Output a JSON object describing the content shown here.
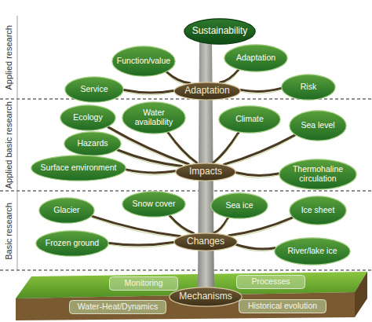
{
  "diagram": {
    "nodes": [
      {
        "text": [
          "Sustainability"
        ]
      },
      {
        "text": [
          "Function/value"
        ]
      },
      {
        "text": [
          "Adaptation"
        ]
      },
      {
        "text": [
          "Service"
        ]
      },
      {
        "text": [
          "Adaptation"
        ]
      },
      {
        "text": [
          "Risk"
        ]
      },
      {
        "text": [
          "Ecology"
        ]
      },
      {
        "text": [
          "Water availability"
        ]
      },
      {
        "text": [
          "Climate"
        ]
      },
      {
        "text": [
          "Sea level"
        ]
      },
      {
        "text": [
          "Hazards"
        ]
      },
      {
        "text": [
          "Surface environment"
        ]
      },
      {
        "text": [
          "Impacts"
        ]
      },
      {
        "text": [
          "Thermohaline circulation"
        ]
      },
      {
        "text": [
          "Glacier"
        ]
      },
      {
        "text": [
          "Snow cover"
        ]
      },
      {
        "text": [
          "Sea ice"
        ]
      },
      {
        "text": [
          "Ice sheet"
        ]
      },
      {
        "text": [
          "Frozen ground"
        ]
      },
      {
        "text": [
          "Changes"
        ]
      },
      {
        "text": [
          "River/lake ice"
        ]
      },
      {
        "text": [
          "Monitoring"
        ]
      },
      {
        "text": [
          "Processes"
        ]
      },
      {
        "text": [
          "Mechanisms"
        ]
      },
      {
        "text": [
          "Water-Heat/Dynamics"
        ]
      },
      {
        "text": [
          "Historical evolution"
        ]
      }
    ],
    "edges": [
      {
        "from": 4,
        "to": 1,
        "arrow": "none"
      },
      {
        "from": 4,
        "to": 2,
        "arrow": "none"
      },
      {
        "from": 4,
        "to": 3,
        "arrow": "none"
      },
      {
        "from": 4,
        "to": 5,
        "arrow": "none"
      },
      {
        "from": 12,
        "to": 6,
        "arrow": "none"
      },
      {
        "from": 12,
        "to": 7,
        "arrow": "none"
      },
      {
        "from": 12,
        "to": 8,
        "arrow": "none"
      },
      {
        "from": 12,
        "to": 9,
        "arrow": "none"
      },
      {
        "from": 12,
        "to": 10,
        "arrow": "none"
      },
      {
        "from": 12,
        "to": 11,
        "arrow": "none"
      },
      {
        "from": 12,
        "to": 13,
        "arrow": "none"
      },
      {
        "from": 19,
        "to": 14,
        "arrow": "none"
      },
      {
        "from": 19,
        "to": 15,
        "arrow": "none"
      },
      {
        "from": 19,
        "to": 16,
        "arrow": "none"
      },
      {
        "from": 19,
        "to": 17,
        "arrow": "none"
      },
      {
        "from": 19,
        "to": 18,
        "arrow": "none"
      },
      {
        "from": 19,
        "to": 20,
        "arrow": "none"
      }
    ],
    "labels": [
      "Applied research",
      "Applied basic research",
      "Basic research"
    ]
  }
}
